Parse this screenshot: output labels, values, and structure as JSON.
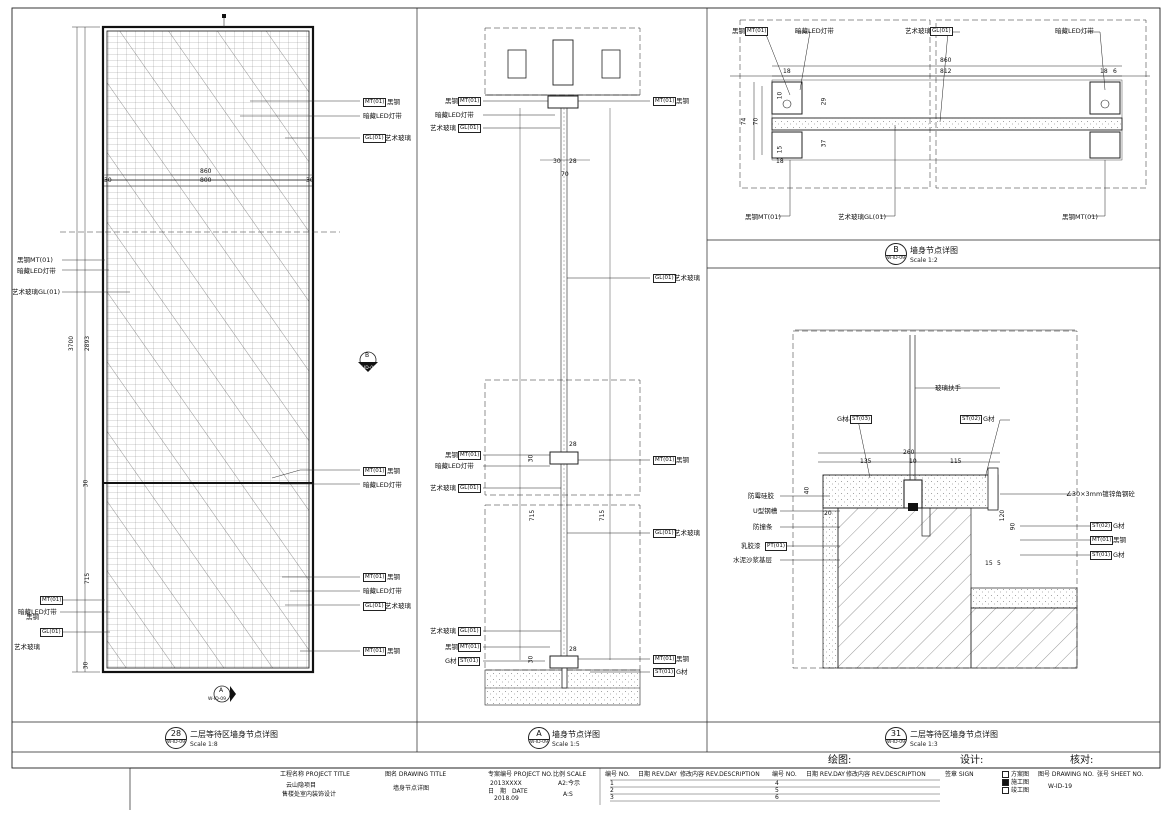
{
  "detail_28": {
    "labels": {
      "mt_top": "MT(01)",
      "black_steel_top": "黑钢",
      "led_top": "暗藏LED灯带",
      "gl_top": "GL(01)",
      "art_glass_top": "艺术玻璃",
      "l_mt": "黑钢MT(01)",
      "l_led": "暗藏LED灯带",
      "l_gl": "艺术玻璃GL(01)",
      "mid_mt": "MT(01)",
      "mid_black": "黑钢",
      "mid_led": "暗藏LED灯带",
      "lb_mt": "MT(01)",
      "lb_led": "暗藏LED灯带",
      "lb_black": "黑钢",
      "lb_gl": "GL(01)",
      "lb_art": "艺术玻璃",
      "rb_mt1": "MT(01)",
      "rb_black1": "黑钢",
      "rb_led": "暗藏LED灯带",
      "rb_gl": "GL(01)",
      "rb_art": "艺术玻璃",
      "rb_mt2": "MT(01)",
      "rb_black2": "黑钢"
    },
    "dims": {
      "w860": "860",
      "w800": "800",
      "w30a": "30",
      "w30b": "30",
      "h3700": "3700",
      "h2893": "2893",
      "h715": "715",
      "h30": "30",
      "h30b": "30"
    },
    "section_b": {
      "letter": "B",
      "ref": "W-ID-09"
    },
    "section_a": {
      "letter": "A",
      "ref": "W-ID-09"
    },
    "callout": {
      "number": "28",
      "sheet": "W-ID-09",
      "title": "二层等待区墙身节点详图",
      "scale": "Scale 1:8"
    }
  },
  "detail_a": {
    "labels": {
      "t_black": "黑钢",
      "t_mt": "MT(01)",
      "t_led": "暗藏LED灯带",
      "t_art": "艺术玻璃",
      "t_gl": "GL(01)",
      "r_mt": "MT(01)",
      "r_black": "黑钢",
      "r_gl": "GL(01)",
      "r_art": "艺术玻璃",
      "m_black": "黑钢",
      "m_mt": "MT(01)",
      "m_led": "暗藏LED灯带",
      "m_art": "艺术玻璃",
      "m_gl": "GL(01)",
      "mr_mt": "MT(01)",
      "mr_black": "黑钢",
      "lr_gl": "GL(01)",
      "lr_art": "艺术玻璃",
      "b_art": "艺术玻璃",
      "b_gl": "GL(01)",
      "b_black": "黑钢",
      "b_mt": "MT(01)",
      "b_g": "G材",
      "b_st": "ST(01)",
      "br_mt": "MT(01)",
      "br_black": "黑钢",
      "br_st": "ST(01)",
      "br_g": "G材"
    },
    "dims": {
      "d30": "30",
      "d28": "28",
      "d70": "70",
      "d30b": "30",
      "d28b": "28",
      "d715a": "715",
      "d715b": "715",
      "d30c": "30",
      "d28c": "28"
    },
    "callout": {
      "letter": "A",
      "sheet": "W-ID-09",
      "title": "墙身节点详图",
      "scale": "Scale 1:5"
    }
  },
  "detail_b": {
    "labels": {
      "tl_black": "黑钢",
      "tl_mt": "MT(01)",
      "t_led": "暗藏LED灯带",
      "t_art": "艺术玻璃",
      "t_gl": "GL(01)",
      "tr_led": "暗藏LED灯带",
      "bl_black": "黑钢MT(01)",
      "b_art": "艺术玻璃GL(01)",
      "br_black": "黑钢MT(01)"
    },
    "dims": {
      "d860": "860",
      "d812": "812",
      "d18a": "18",
      "d18b": "18",
      "d6": "6",
      "d10": "10",
      "d74": "74",
      "d70": "70",
      "d29": "29",
      "d37": "37",
      "d15": "15",
      "d18c": "18"
    },
    "callout": {
      "letter": "B",
      "sheet": "W-ID-09",
      "title": "墙身节点详图",
      "scale": "Scale 1:2"
    }
  },
  "detail_31": {
    "labels": {
      "handrail": "玻璃扶手",
      "g_left": "G材",
      "g_left_tag": "ST(03)",
      "g_right_tag": "ST(02)",
      "g_right": "G材",
      "mould": "防霉硅胶",
      "angle": "∠30×3mm镀锌角钢砼",
      "u_steel": "U型钢槽",
      "anti": "防撞条",
      "latex": "乳胶漆",
      "latex_tag": "PT(01)",
      "mortar": "水泥沙浆基层",
      "r_st02": "ST(02)",
      "r_g1": "G材",
      "r_mt": "MT(01)",
      "r_black": "黑钢",
      "r_st01": "ST(01)",
      "r_g2": "G材"
    },
    "dims": {
      "d260": "260",
      "d135": "135",
      "d10": "10",
      "d115": "115",
      "d40": "40",
      "d20": "20",
      "d120": "120",
      "d90": "90",
      "d15": "15",
      "d5": "5"
    },
    "callout": {
      "number": "31",
      "sheet": "W-ID-09",
      "title": "二层等待区墙身节点详图",
      "scale": "Scale 1:3"
    }
  },
  "signoff": {
    "draw": "绘图:",
    "design": "设计:",
    "check": "核对:"
  },
  "title_block": {
    "project_label": "工程名称 PROJECT TITLE",
    "project_line1": "云山隐项目",
    "project_line2": "售楼处室内装饰设计",
    "drawing_label": "图名 DRAWING TITLE",
    "drawing_title": "墙身节点详图",
    "pno_label": "专案编号 PROJECT NO.",
    "pno_value": "2013XXXX",
    "scale_label": "比例 SCALE",
    "scale_value": "A2:今示",
    "date_label": "日　期　DATE",
    "date_value": "2018.09",
    "a_scale": "A:S",
    "rev_headers": [
      "编号 NO.",
      "日期 REV.DAY",
      "修改内容 REV.DESCRIPTION",
      "编号 NO.",
      "日期 REV.DAY",
      "修改内容 REV.DESCRIPTION",
      "签章 SIGN"
    ],
    "rev_nums_left": [
      "1",
      "2",
      "3"
    ],
    "rev_nums_right": [
      "4",
      "5",
      "6"
    ],
    "stages": [
      {
        "label": "方案图",
        "checked": false
      },
      {
        "label": "施工图",
        "checked": true
      },
      {
        "label": "竣工图",
        "checked": false
      }
    ],
    "drawing_no_label": "图号 DRAWING NO.",
    "sheet_no_label": "张号 SHEET NO.",
    "drawing_no": "W-ID-19"
  }
}
